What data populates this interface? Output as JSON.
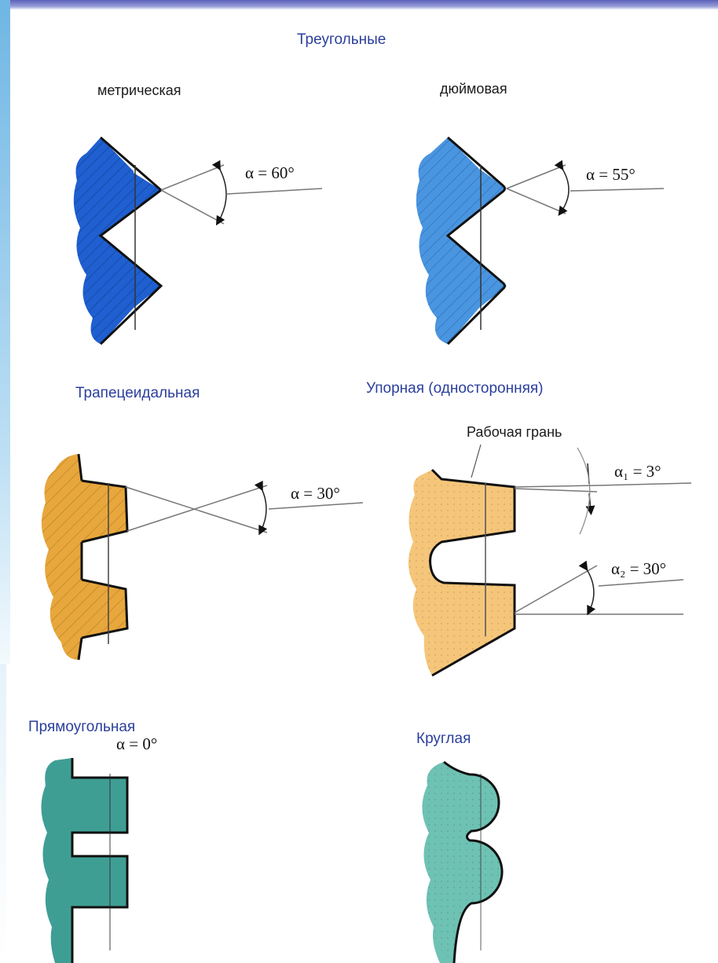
{
  "title": "Треугольные",
  "threads": {
    "metric": {
      "label": "метрическая",
      "angle": "α = 60°"
    },
    "inch": {
      "label": "дюймовая",
      "angle": "α = 55°"
    },
    "trapezoidal": {
      "label": "Трапецеидальная",
      "angle": "α = 30°"
    },
    "buttress": {
      "label": "Упорная (односторонняя)",
      "working_face": "Рабочая грань",
      "angle1": "α₁ = 3°",
      "angle2": "α₂ = 30°"
    },
    "rectangular": {
      "label": "Прямоугольная",
      "angle": "α = 0°"
    },
    "round": {
      "label": "Круглая"
    }
  },
  "colors": {
    "metric_fill": "#1f5fd0",
    "inch_fill": "#4a95e0",
    "trapezoidal_fill": "#e8a73c",
    "buttress_fill": "#f5c67a",
    "rectangular_fill": "#3f9e94",
    "round_fill": "#6ec2b4"
  }
}
